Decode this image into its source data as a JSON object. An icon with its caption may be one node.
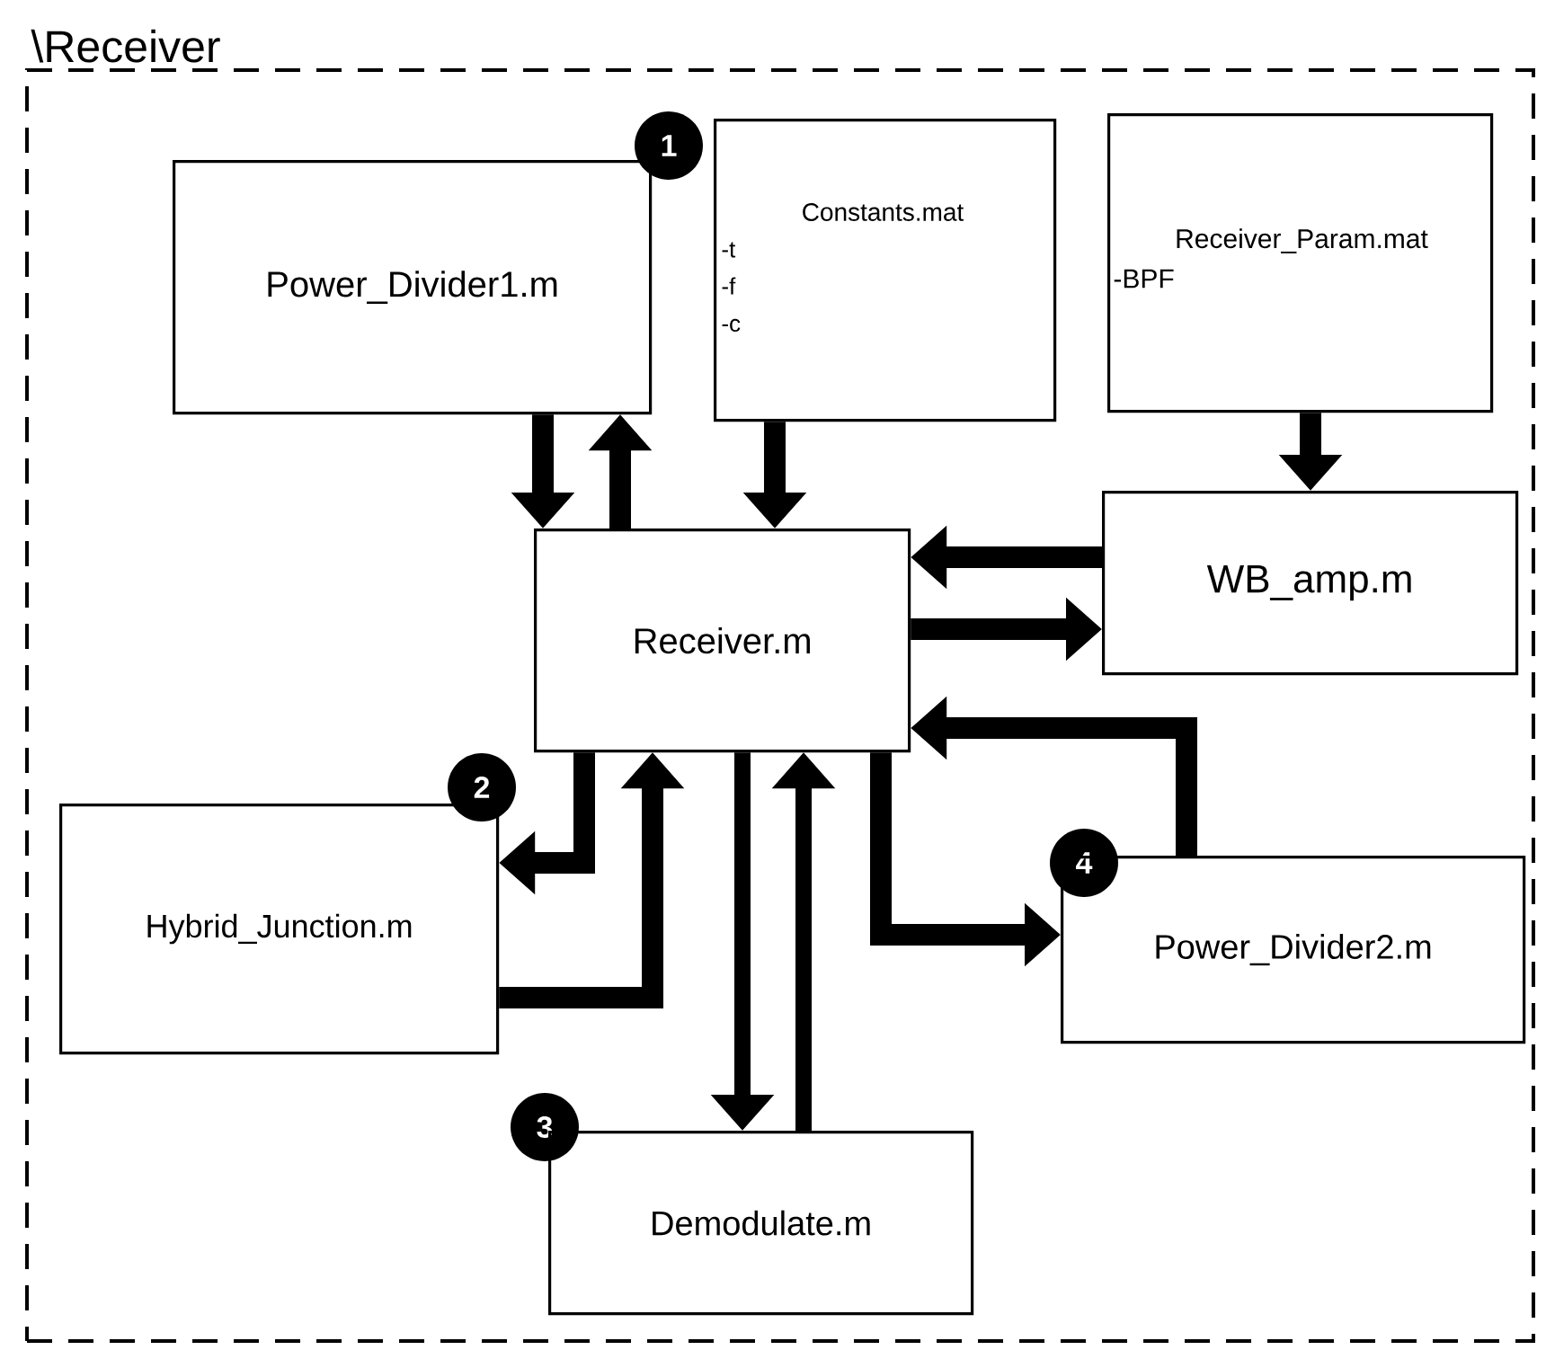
{
  "diagram": {
    "nodes": [
      {
        "text": [
          "\\Receiver"
        ]
      },
      {
        "text": [
          "Power_Divider1.m"
        ],
        "in": 0
      },
      {
        "text": [
          "1"
        ],
        "in": 0
      },
      {
        "text": [
          "Constants.mat",
          "-t",
          "-f",
          "-c"
        ],
        "in": 0
      },
      {
        "text": [
          "Receiver_Param.mat",
          "-BPF"
        ],
        "in": 0
      },
      {
        "text": [
          "Receiver.m"
        ],
        "in": 0
      },
      {
        "text": [
          "WB_amp.m"
        ],
        "in": 0
      },
      {
        "text": [
          "2"
        ],
        "in": 0
      },
      {
        "text": [
          "Hybrid_Junction.m"
        ],
        "in": 0
      },
      {
        "text": [
          "4"
        ],
        "in": 0
      },
      {
        "text": [
          "Power_Divider2.m"
        ],
        "in": 0
      },
      {
        "text": [
          "3"
        ],
        "in": 0
      },
      {
        "text": [
          "Demodulate.m"
        ],
        "in": 0
      }
    ],
    "edges": [
      {
        "from": 1,
        "to": 5,
        "arrow": "to"
      },
      {
        "from": 5,
        "to": 1,
        "arrow": "to"
      },
      {
        "from": 3,
        "to": 5,
        "arrow": "to"
      },
      {
        "from": 4,
        "to": 6,
        "arrow": "to"
      },
      {
        "from": 6,
        "to": 5,
        "arrow": "to"
      },
      {
        "from": 5,
        "to": 6,
        "arrow": "to"
      },
      {
        "from": 5,
        "to": 8,
        "arrow": "to"
      },
      {
        "from": 8,
        "to": 5,
        "arrow": "to"
      },
      {
        "from": 5,
        "to": 12,
        "arrow": "to"
      },
      {
        "from": 12,
        "to": 5,
        "arrow": "to"
      },
      {
        "from": 5,
        "to": 10,
        "arrow": "to"
      },
      {
        "from": 10,
        "to": 5,
        "arrow": "to"
      }
    ]
  }
}
